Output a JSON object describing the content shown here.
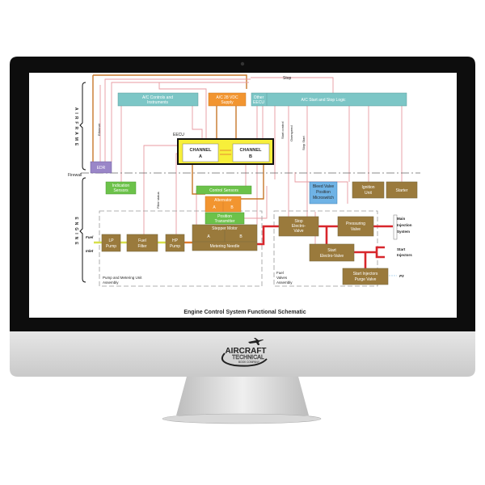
{
  "diagram": {
    "title": "Engine Control System Functional Schematic",
    "sections": {
      "airframe": "AIRFRAME",
      "engine": "ENGINE",
      "firewall": "Firewall"
    },
    "signals": {
      "stop": "Stop",
      "ethernet": "Ethernet",
      "start_control": "Start control",
      "overspeed": "Overspeed",
      "stop_start": "Stop Start",
      "filter_status": "Filter status"
    },
    "eecu": {
      "label": "EECU",
      "channel_a": [
        "CHANNEL",
        "A"
      ],
      "channel_b": [
        "CHANNEL",
        "B"
      ]
    },
    "airframe_boxes": {
      "ac_controls": [
        "A/C Controls and",
        "Instruments"
      ],
      "ac_supply": [
        "A/C 28 VDC",
        "Supply"
      ],
      "other_eecu": [
        "Other",
        "EECU"
      ],
      "ac_start_stop": "A/C Start and Stop Logic",
      "edr": "EDR"
    },
    "engine_boxes": {
      "indication_sensors": [
        "Indication",
        "Sensors"
      ],
      "control_sensors": "Control Sensors",
      "alternator": {
        "label": "Alternator",
        "a": "A",
        "b": "B"
      },
      "position_transmitter": [
        "Position",
        "Transmitter"
      ],
      "stepper_motor": {
        "label": "Stepper Motor",
        "a": "A",
        "b": "B"
      },
      "metering_needle": "Metering Needle",
      "lp_pump": [
        "LP",
        "Pump"
      ],
      "fuel_filter": [
        "Fuel",
        "Filter"
      ],
      "hp_pump": [
        "HP",
        "Pump"
      ],
      "bleed_valve": [
        "Bleed Valve",
        "Position",
        "Microswitch"
      ],
      "ignition_unit": [
        "Ignition",
        "Unit"
      ],
      "starter": "Starter",
      "stop_valve": [
        "Stop",
        "Electro-",
        "Valve"
      ],
      "pressuring_valve": [
        "Pressuring",
        "Valve"
      ],
      "start_valve": [
        "Start",
        "Electro-Valve"
      ],
      "purge_valve": [
        "Start Injectors",
        "Purge Valve"
      ]
    },
    "assemblies": {
      "pump_metering": [
        "Pump and Metering Unit",
        "Assembly"
      ],
      "fuel_valves": [
        "Fuel",
        "Valves",
        "Assembly"
      ]
    },
    "external": {
      "fuel_inlet": [
        "Fuel",
        "Inlet"
      ],
      "main_injection": [
        "Main",
        "Injection",
        "System"
      ],
      "start_injectors": [
        "Start",
        "Injectors"
      ],
      "p3": "P3"
    },
    "colors": {
      "teal": "#7cc6c6",
      "orange": "#f29530",
      "green": "#6cc24a",
      "brown": "#9a7a3c",
      "blue": "#6fb3e6",
      "purple": "#9a86c8",
      "yellow": "#f7ef3a",
      "fuel_line": "#d8262c"
    }
  },
  "monitor": {
    "logo": [
      "AIRCRAFT",
      "TECHNICAL",
      "BOOK COMPANY"
    ]
  }
}
